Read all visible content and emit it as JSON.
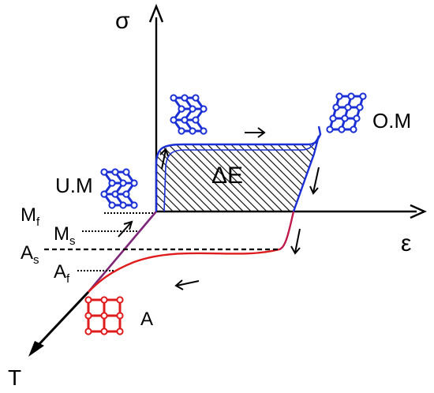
{
  "axes": {
    "stress": "σ",
    "strain": "ε",
    "temperature": "T"
  },
  "labels": {
    "energy": "ΔE",
    "oriented_martensite": "O.M",
    "untwinned_martensite": "U.M",
    "austenite": "A"
  },
  "temperature_marks": {
    "mf": {
      "main": "M",
      "sub": "f"
    },
    "ms": {
      "main": "M",
      "sub": "s"
    },
    "as": {
      "main": "A",
      "sub": "s"
    },
    "af": {
      "main": "A",
      "sub": "f"
    }
  },
  "colors": {
    "martensite": "#1a2fd6",
    "austenite": "#e01b1b",
    "axis": "#000000"
  }
}
